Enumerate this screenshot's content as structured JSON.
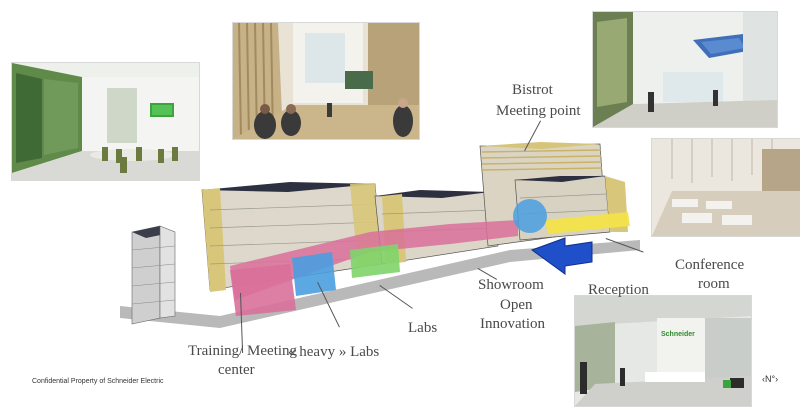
{
  "labels": {
    "bistrot": "Bistrot",
    "meeting_point": "Meeting point",
    "conference": "Conference",
    "room": "room",
    "reception": "Reception",
    "showroom": "Showroom",
    "open": "Open",
    "innovation": "Innovation",
    "labs": "Labs",
    "heavy_labs": "« heavy » Labs",
    "training": "Training/ Meeting",
    "center": "center"
  },
  "footer": {
    "confidential": "Confidential Property of Schneider Electric",
    "page": "‹N°›"
  },
  "sign": {
    "brand": "Schneider"
  },
  "colors": {
    "pink_zone": "#d9709a",
    "blue_zone": "#4a9fe0",
    "green_zone": "#7fd46a",
    "yellow_zone": "#f3e34a",
    "arrow": "#1f4fc9"
  }
}
